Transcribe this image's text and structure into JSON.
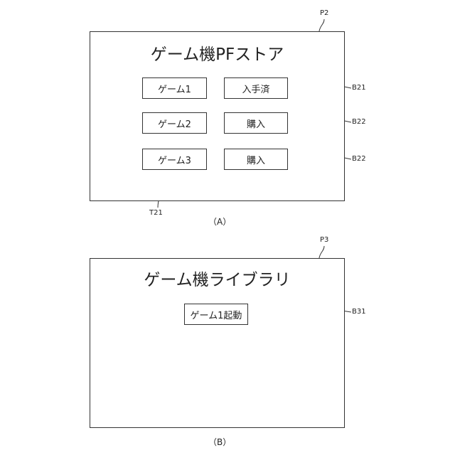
{
  "figure_a": {
    "ref": "P2",
    "title": "ゲーム機PFストア",
    "rows": [
      {
        "game": "ゲーム1",
        "action": "入手済",
        "action_ref": "B21"
      },
      {
        "game": "ゲーム2",
        "action": "購入",
        "action_ref": "B22"
      },
      {
        "game": "ゲーム3",
        "action": "購入",
        "action_ref": "B22"
      }
    ],
    "game_ref": "T21",
    "caption": "（A）"
  },
  "figure_b": {
    "ref": "P3",
    "title": "ゲーム機ライブラリ",
    "launch_label": "ゲーム1起動",
    "launch_ref": "B31",
    "caption": "（B）"
  }
}
